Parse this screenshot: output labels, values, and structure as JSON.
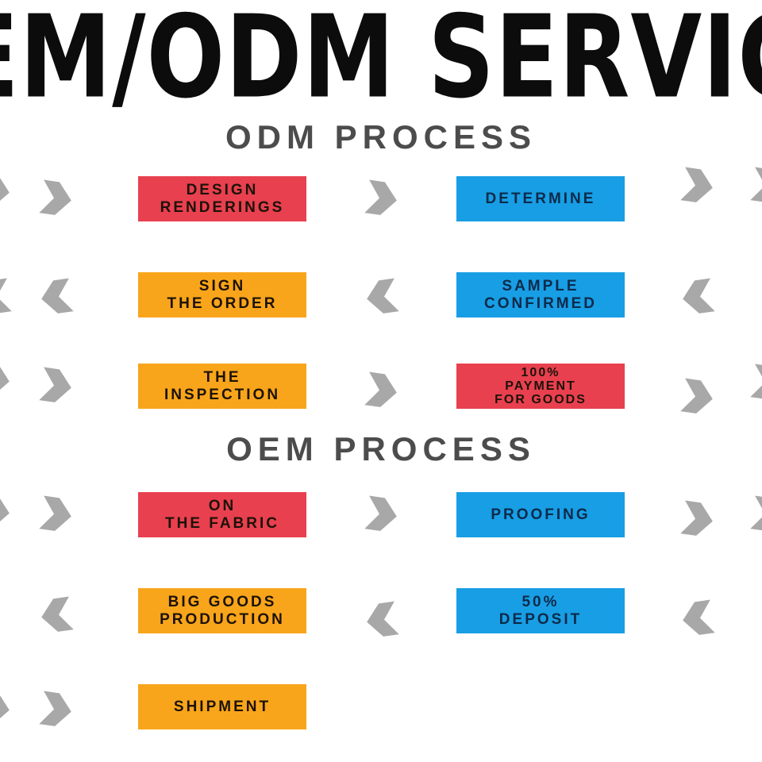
{
  "title": "EM/ODM SERVIC",
  "sections": {
    "odm": {
      "heading": "ODM PROCESS"
    },
    "oem": {
      "heading": "OEM PROCESS"
    }
  },
  "rows": [
    {
      "section": "odm",
      "direction": "right",
      "left_box": {
        "label": "DESIGN\nRENDERINGS",
        "color": "red"
      },
      "right_box": {
        "label": "DETERMINE",
        "color": "blue"
      }
    },
    {
      "section": "odm",
      "direction": "left",
      "left_box": {
        "label": "SIGN\nTHE ORDER",
        "color": "orange"
      },
      "right_box": {
        "label": "SAMPLE\nCONFIRMED",
        "color": "blue"
      }
    },
    {
      "section": "odm",
      "direction": "right",
      "left_box": {
        "label": "THE\nINSPECTION",
        "color": "orange"
      },
      "right_box": {
        "label": "100%\nPAYMENT\nFOR GOODS",
        "color": "red"
      }
    },
    {
      "section": "oem",
      "direction": "right",
      "left_box": {
        "label": "ON\nTHE FABRIC",
        "color": "red"
      },
      "right_box": {
        "label": "PROOFING",
        "color": "blue"
      }
    },
    {
      "section": "oem",
      "direction": "left",
      "left_box": {
        "label": "BIG GOODS\nPRODUCTION",
        "color": "orange"
      },
      "right_box": {
        "label": "50%\nDEPOSIT",
        "color": "blue"
      }
    },
    {
      "section": "oem",
      "direction": "right",
      "left_box": {
        "label": "SHIPMENT",
        "color": "orange"
      },
      "right_box": null
    }
  ],
  "colors": {
    "red": "#e8404f",
    "blue": "#189ee4",
    "orange": "#f9a51b",
    "arrow": "#a8a8a8",
    "heading": "#4c4c4c",
    "title": "#0c0c0c",
    "box-text-dark": "#1c1208",
    "box-text-navy": "#0c2a4a"
  }
}
